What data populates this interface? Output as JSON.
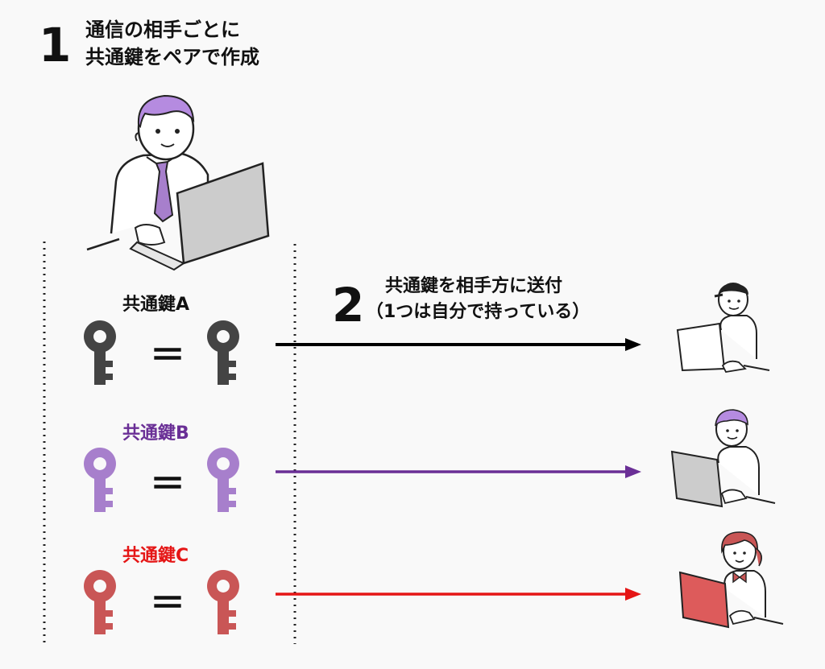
{
  "step1": {
    "number": "1",
    "line1": "通信の相手ごとに",
    "line2": "共通鍵をペアで作成"
  },
  "step2": {
    "number": "2",
    "line1": "共通鍵を相手方に送付",
    "line2": "（1つは自分で持っている）"
  },
  "keys": [
    {
      "label": "共通鍵A",
      "color": "#444444",
      "label_color": "#111111",
      "arrow_color": "#000000",
      "recipient": "person-cap"
    },
    {
      "label": "共通鍵B",
      "color": "#a77fcc",
      "label_color": "#6a2f96",
      "arrow_color": "#6a2f96",
      "recipient": "person-purple-hair"
    },
    {
      "label": "共通鍵C",
      "color": "#c95656",
      "label_color": "#e51616",
      "arrow_color": "#e51616",
      "recipient": "person-woman"
    }
  ],
  "equals_sign": "＝",
  "colors": {
    "purple_hair": "#b58be0",
    "laptop_gray": "#cccccc",
    "laptop_red": "#dd5b5b",
    "outline": "#222222"
  }
}
